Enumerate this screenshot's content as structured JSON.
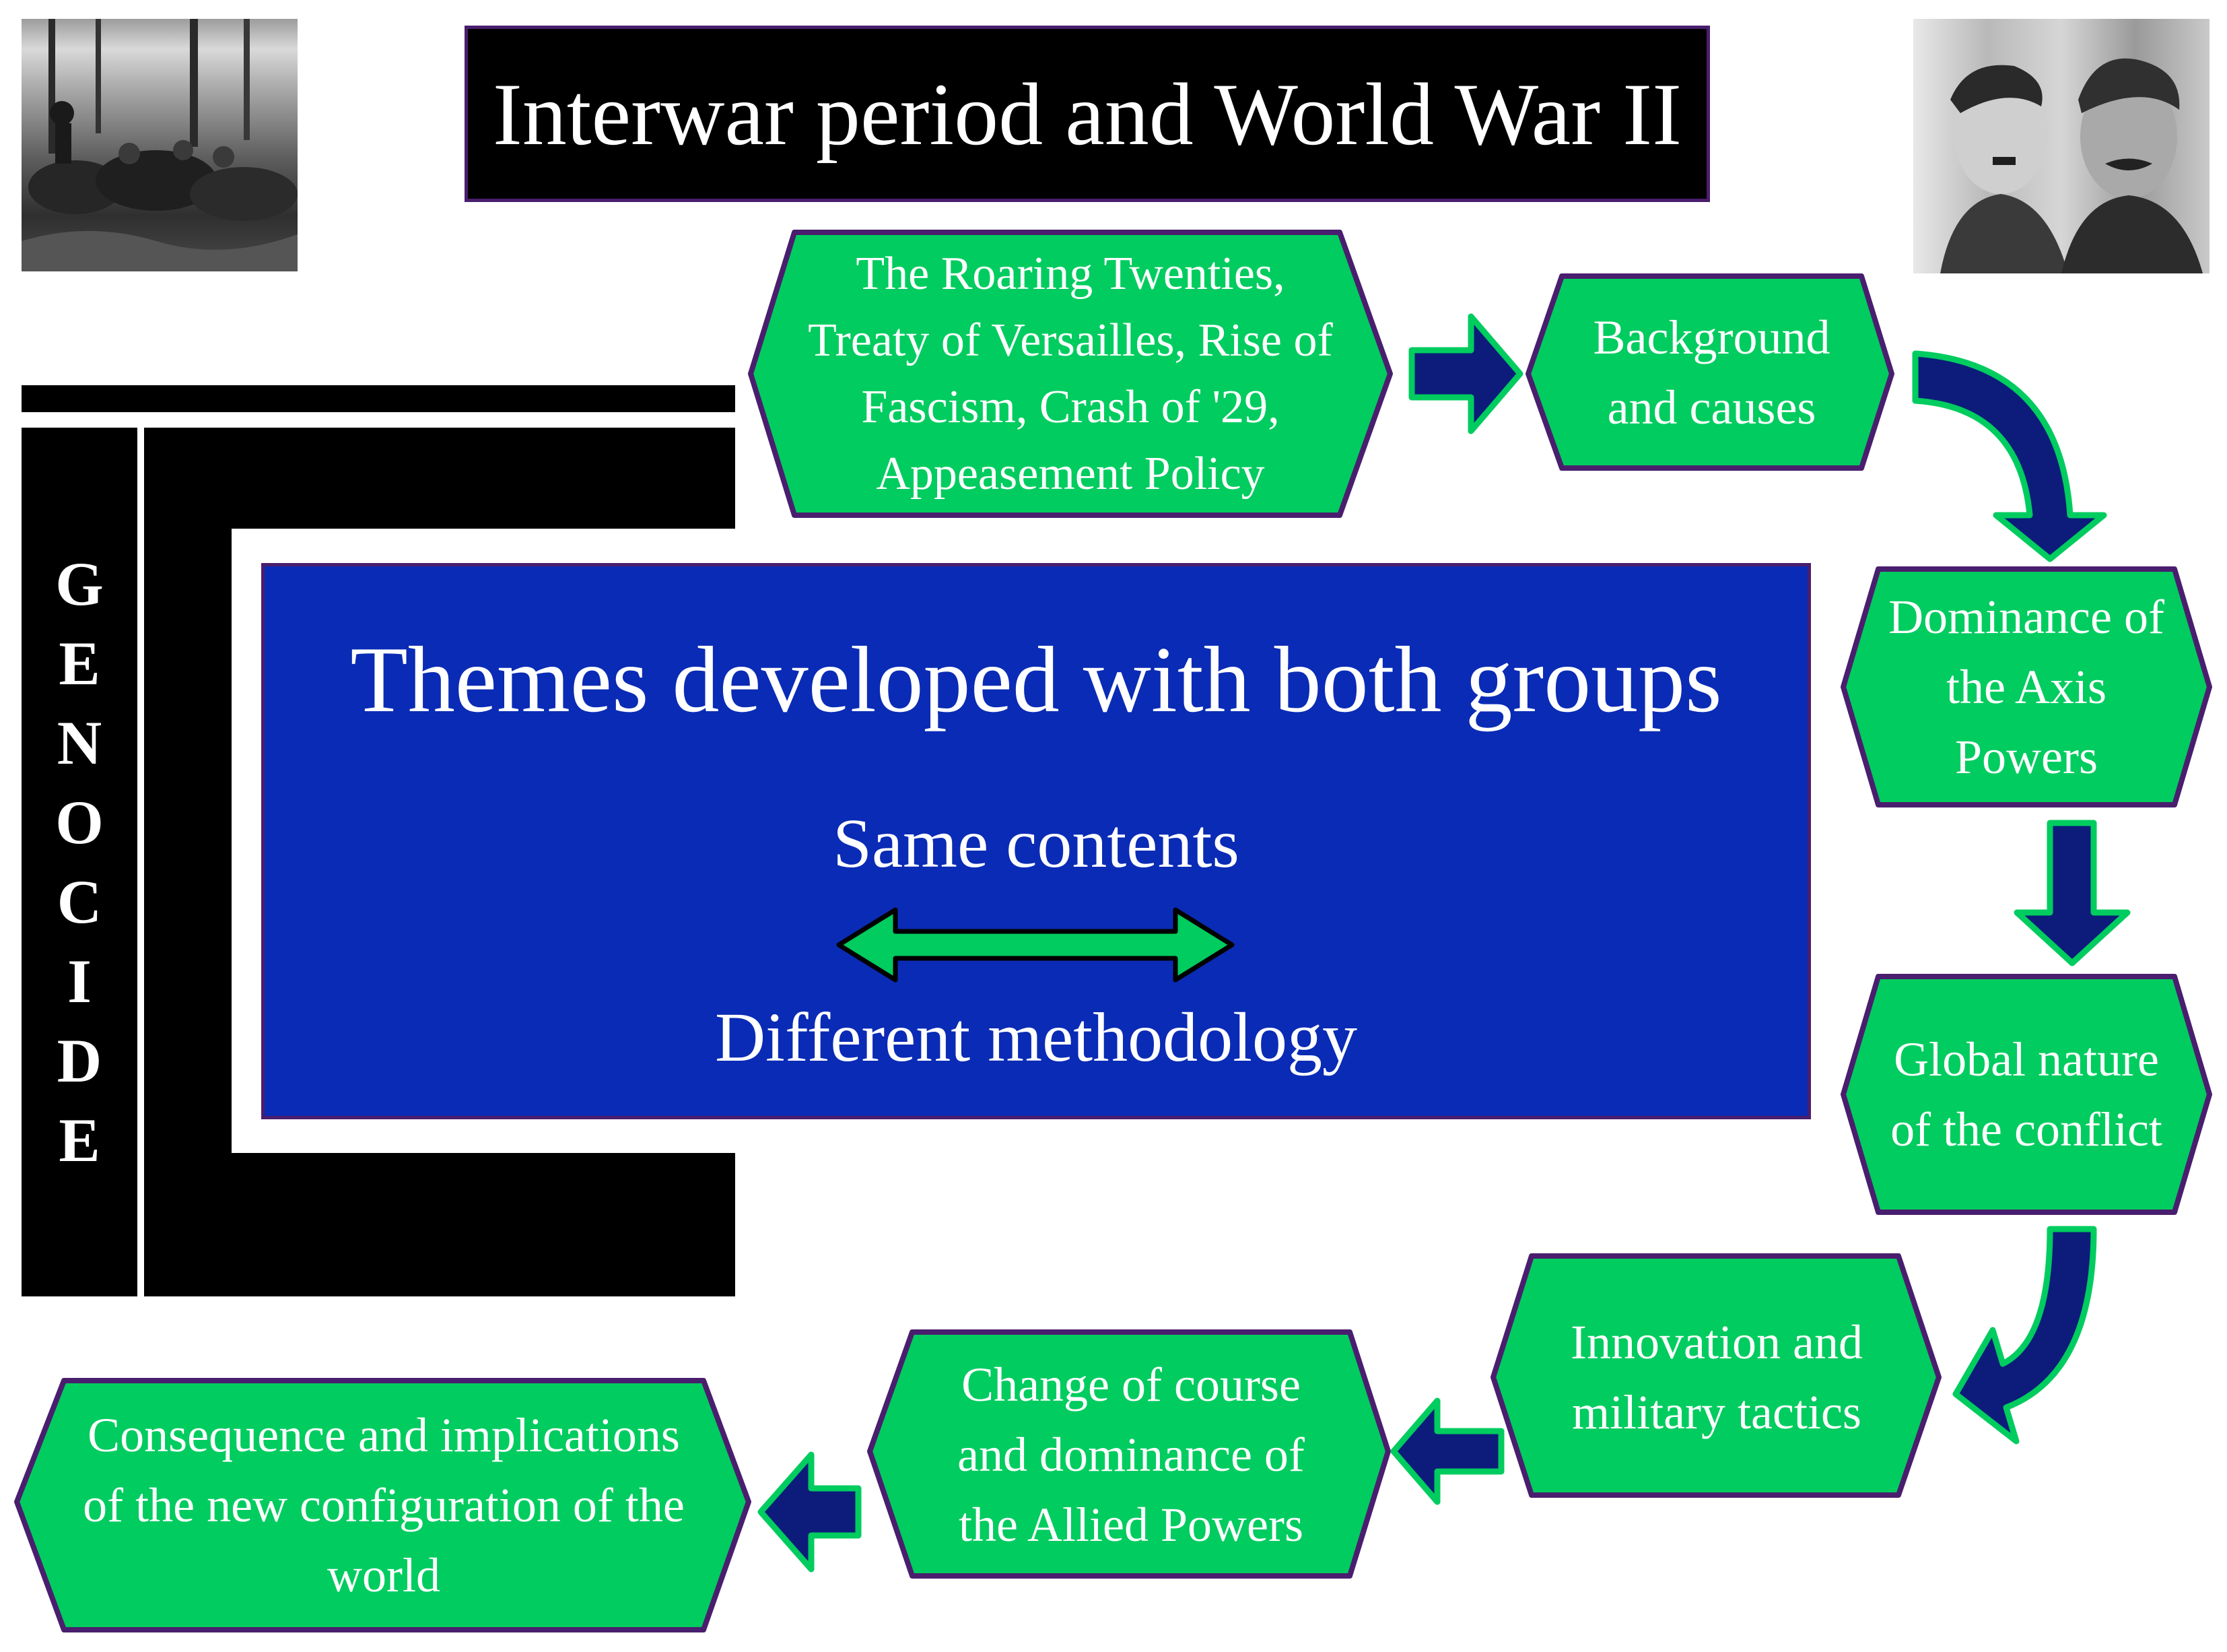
{
  "title": "Interwar period and World War II",
  "genocide_label": "GENOCIDE",
  "themes": {
    "heading": "Themes developed with both groups",
    "top_text": "Same contents",
    "bottom_text": "Different methodology"
  },
  "flow_steps": [
    "The Roaring Twenties, Treaty of Versailles, Rise of Fascism, Crash of '29, Appeasement Policy",
    "Background and causes",
    "Dominance of the Axis Powers",
    "Global nature of the conflict",
    "Innovation and military tactics",
    "Change of course and dominance of the Allied Powers",
    "Consequence and implications of the new configuration of the world"
  ],
  "colors": {
    "hexagon_fill": "#00cc5f",
    "hexagon_border": "#4a1e6e",
    "arrow_fill": "#0d1c7a",
    "arrow_outline": "#00cc5f",
    "themes_box": "#0a2bb5",
    "title_box": "#000000"
  }
}
